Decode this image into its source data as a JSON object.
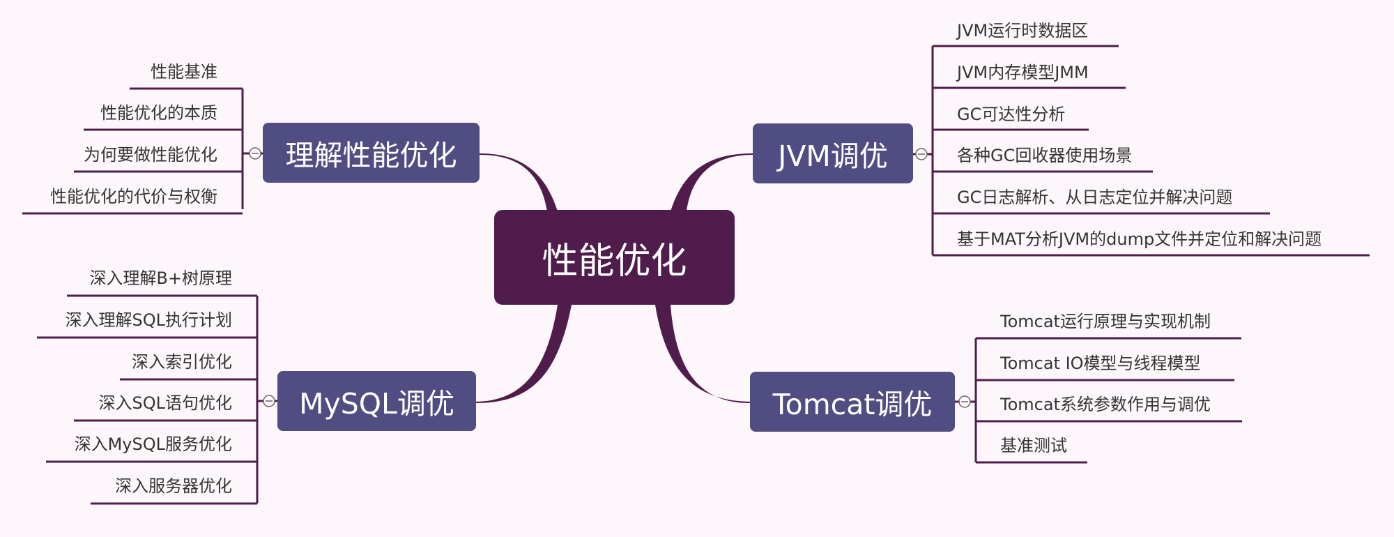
{
  "colors": {
    "background": "#fdf7fc",
    "central_fill": "#4f1c4b",
    "branch_fill": "#504d82",
    "connector": "#4f1c4b",
    "leaf_text": "#333333",
    "leaf_line": "#4f1c4b"
  },
  "central": {
    "label": "性能优化"
  },
  "branches": {
    "understand": {
      "label": "理解性能优化",
      "items": [
        "性能基准",
        "性能优化的本质",
        "为何要做性能优化",
        "性能优化的代价与权衡"
      ]
    },
    "jvm": {
      "label": "JVM调优",
      "items": [
        "JVM运行时数据区",
        "JVM内存模型JMM",
        "GC可达性分析",
        "各种GC回收器使用场景",
        "GC日志解析、从日志定位并解决问题",
        "基于MAT分析JVM的dump文件并定位和解决问题"
      ]
    },
    "mysql": {
      "label": "MySQL调优",
      "items": [
        "深入理解B+树原理",
        "深入理解SQL执行计划",
        "深入索引优化",
        "深入SQL语句优化",
        "深入MySQL服务优化",
        "深入服务器优化"
      ]
    },
    "tomcat": {
      "label": "Tomcat调优",
      "items": [
        "Tomcat运行原理与实现机制",
        "Tomcat IO模型与线程模型",
        "Tomcat系统参数作用与调优",
        "基准测试"
      ]
    }
  },
  "collapse_icon": "minus-circle-icon"
}
